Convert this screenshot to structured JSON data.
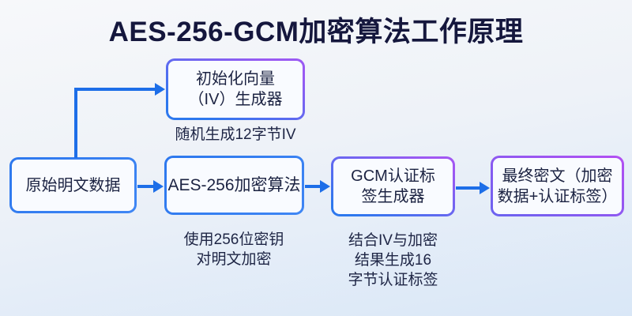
{
  "title": "AES-256-GCM加密算法工作原理",
  "colors": {
    "arrow_blue": "#1d6ee8",
    "border_blue": "#2d78ee",
    "border_purple": "#a257f3",
    "text_dark_navy": "#1c2342",
    "background_top": "#f7f8fa",
    "background_bottom": "#d9e7f7",
    "node_fill": "#f9fbff"
  },
  "flow": {
    "plaintext": {
      "label": "原始明文数据"
    },
    "iv": {
      "label": "初始化向量\n（IV）生成器",
      "caption": "随机生成12字节IV"
    },
    "aes": {
      "label": "AES-256加密算法",
      "caption": "使用256位密钥\n对明文加密"
    },
    "gcm": {
      "label": "GCM认证标\n签生成器",
      "caption": "结合IV与加密\n结果生成16\n字节认证标签"
    },
    "final": {
      "label": "最终密文（加密\n数据+认证标签）"
    }
  }
}
